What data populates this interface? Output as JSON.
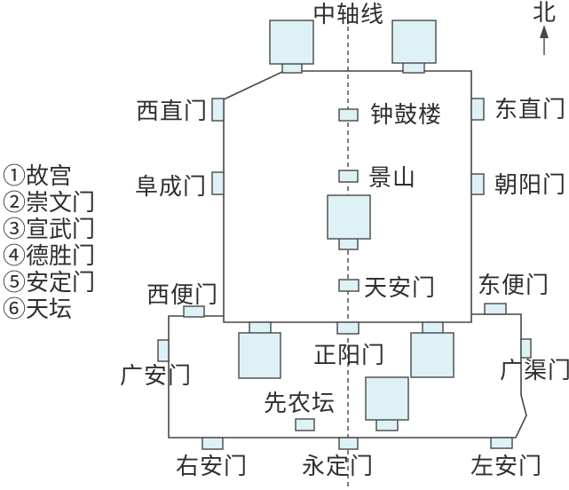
{
  "compass": {
    "north_label": "北"
  },
  "axis": {
    "label": "中轴线"
  },
  "legend": {
    "items": [
      "①故宫",
      "②崇文门",
      "③宣武门",
      "④德胜门",
      "⑤安定门",
      "⑥天坛"
    ]
  },
  "labels": {
    "xizhimen": "西直门",
    "fuchengmen": "阜成门",
    "dongzhimen": "东直门",
    "chaoyangmen": "朝阳门",
    "zhonggulou": "钟鼓楼",
    "jingshan": "景山",
    "tiananmen": "天安门",
    "xibianmen": "西便门",
    "dongbianmen": "东便门",
    "guanganmen": "广安门",
    "guangqumen": "广渠门",
    "zhengyangmen": "正阳门",
    "xiannongtan": "先农坛",
    "youanmen": "右安门",
    "yongdingmen": "永定门",
    "zuoanmen": "左安门"
  },
  "colors": {
    "building_fill": "#ddf1f6",
    "outline": "#474747",
    "text": "#2f2f2f",
    "background": "#ffffff"
  }
}
